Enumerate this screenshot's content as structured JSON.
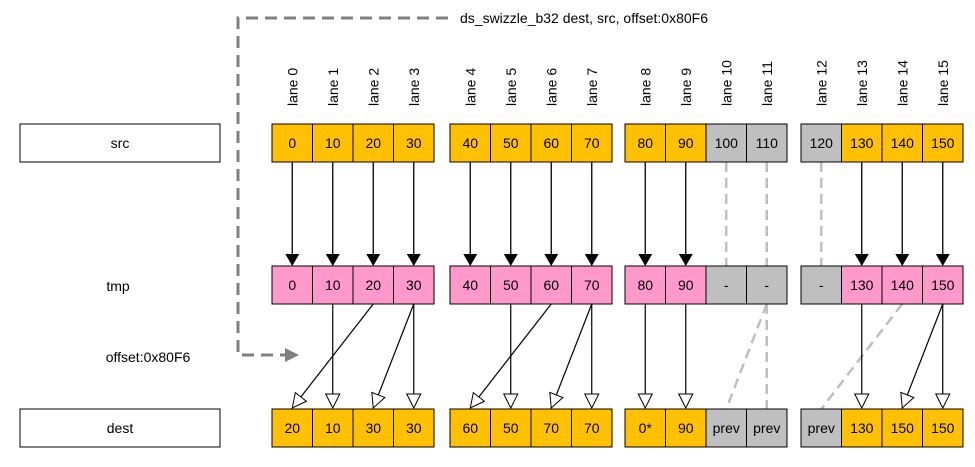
{
  "instruction": "ds_swizzle_b32 dest, src, offset:0x80F6",
  "row_labels": {
    "src": "src",
    "tmp": "tmp",
    "offset": "offset:0x80F6",
    "dest": "dest"
  },
  "lanes": [
    "lane 0",
    "lane 1",
    "lane 2",
    "lane 3",
    "lane 4",
    "lane 5",
    "lane 6",
    "lane 7",
    "lane 8",
    "lane 9",
    "lane 10",
    "lane 11",
    "lane 12",
    "lane 13",
    "lane 14",
    "lane 15"
  ],
  "src_values": [
    "0",
    "10",
    "20",
    "30",
    "40",
    "50",
    "60",
    "70",
    "80",
    "90",
    "100",
    "110",
    "120",
    "130",
    "140",
    "150"
  ],
  "tmp_values": [
    "0",
    "10",
    "20",
    "30",
    "40",
    "50",
    "60",
    "70",
    "80",
    "90",
    "-",
    "-",
    "-",
    "130",
    "140",
    "150"
  ],
  "dest_values": [
    "20",
    "10",
    "30",
    "30",
    "60",
    "50",
    "70",
    "70",
    "0*",
    "90",
    "prev",
    "prev",
    "prev",
    "130",
    "150",
    "150"
  ],
  "src_inactive": [
    10,
    11,
    12
  ],
  "tmp_inactive": [
    10,
    11,
    12
  ],
  "dest_inactive": [
    10,
    11,
    12
  ],
  "tmp_sources": [
    2,
    1,
    3,
    3,
    6,
    5,
    7,
    7,
    8,
    9,
    11,
    11,
    14,
    13,
    15,
    15
  ],
  "colors": {
    "src_fill": "#FFC000",
    "tmp_fill": "#FF99CC",
    "dest_fill": "#FFC000",
    "inactive_fill": "#BFBFBF",
    "arrow": "#000000",
    "inactive_line": "#BFBFBF",
    "dashed_path": "#808080"
  }
}
